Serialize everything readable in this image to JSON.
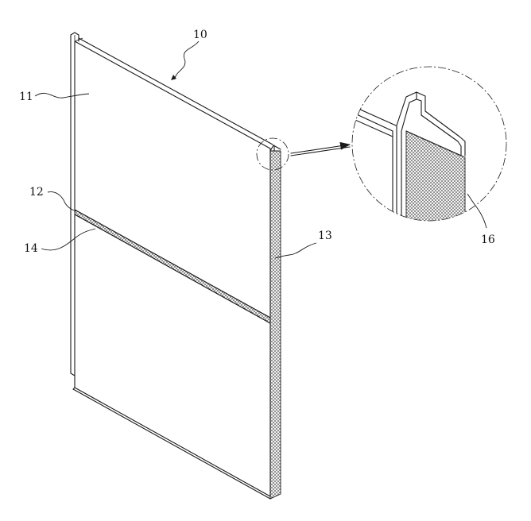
{
  "labels": {
    "assembly": "10",
    "upper_panel": "11",
    "joint": "12",
    "side_edge": "13",
    "seam_strip": "14",
    "filling": "16"
  },
  "colors": {
    "line": "#1a1a1a",
    "background": "#ffffff",
    "hatch": "#555555"
  }
}
